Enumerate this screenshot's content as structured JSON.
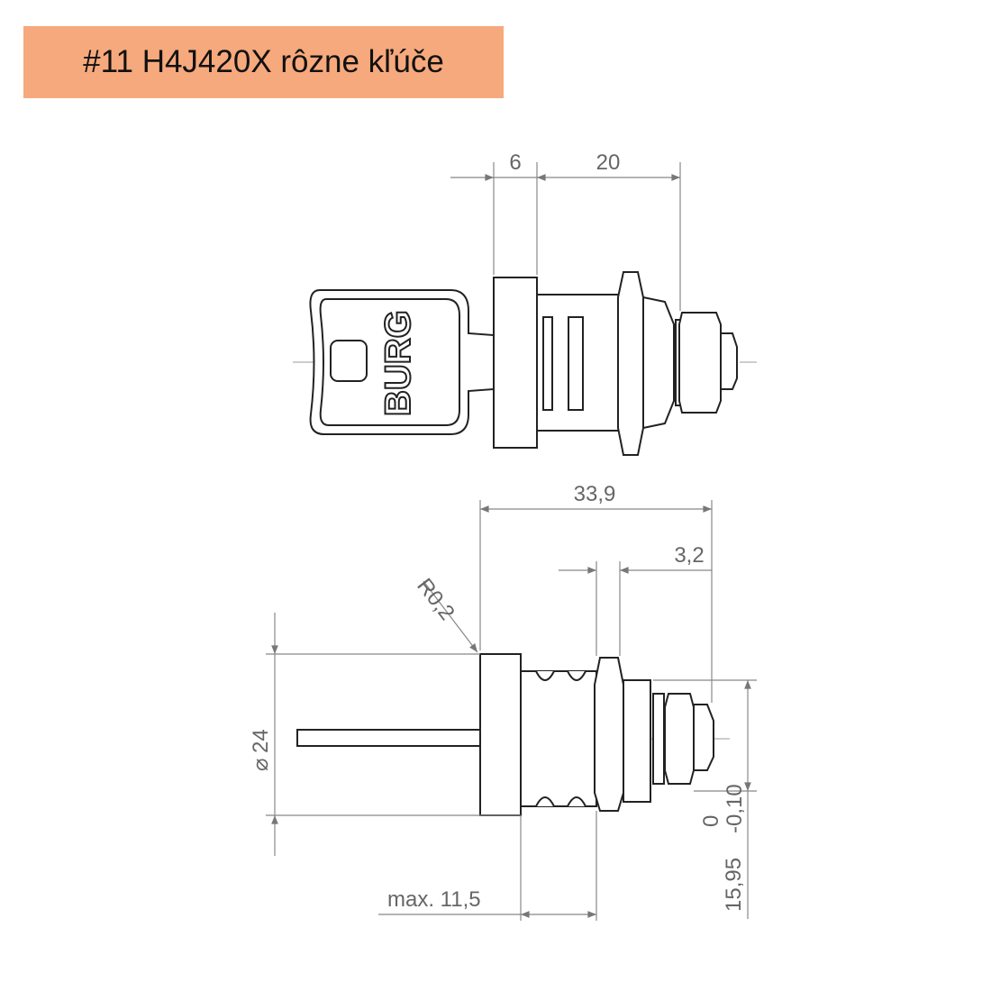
{
  "title": "#11 H4J420X rôzne kľúče",
  "brand_on_key": "BURG",
  "dimensions": {
    "key_flange": "6",
    "body_length": "20",
    "overall": "33,9",
    "nut_width": "3,2",
    "radius": "R0,2",
    "diameter": "24",
    "height": "15,95",
    "tol_upper": "0",
    "tol_lower": "-0,10",
    "max_depth": "max. 11,5"
  }
}
